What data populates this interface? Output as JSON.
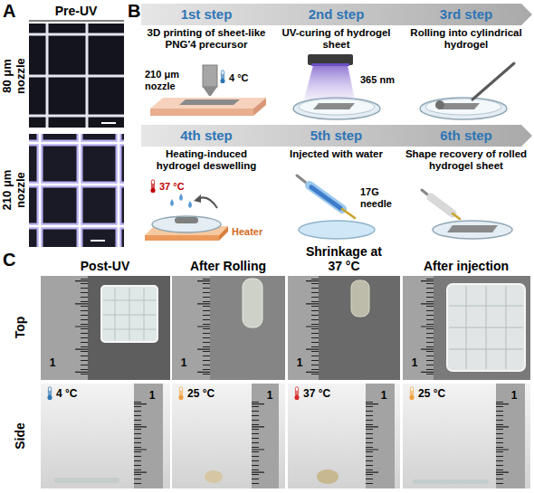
{
  "diagram": {
    "nodes": [
      {
        "text": [
          "1st step",
          "3D printing of sheet-like PNG′4 precursor"
        ]
      },
      {
        "text": [
          "2nd step",
          "UV-curing of hydrogel sheet"
        ]
      },
      {
        "text": [
          "3rd step",
          "Rolling into cylindrical hydrogel"
        ]
      },
      {
        "text": [
          "4th step",
          "Heating-induced hydrogel deswelling"
        ]
      },
      {
        "text": [
          "5th step",
          "Injected with water"
        ]
      },
      {
        "text": [
          "6th step",
          "Shape recovery of rolled hydrogel sheet"
        ]
      }
    ],
    "labels": [
      "A",
      "Pre-UV",
      "80 μm nozzle",
      "210 μm nozzle",
      "B",
      "210 μm nozzle",
      "4 °C",
      "365 nm",
      "37 °C",
      "Heater",
      "17G needle",
      "C",
      "Post-UV",
      "After Rolling",
      "Shrinkage at 37 °C",
      "After injection",
      "Top",
      "Side",
      "1",
      "1",
      "1",
      "1",
      "4 °C",
      "25 °C",
      "37 °C",
      "25 °C",
      "1",
      "1",
      "1",
      "1"
    ]
  }
}
